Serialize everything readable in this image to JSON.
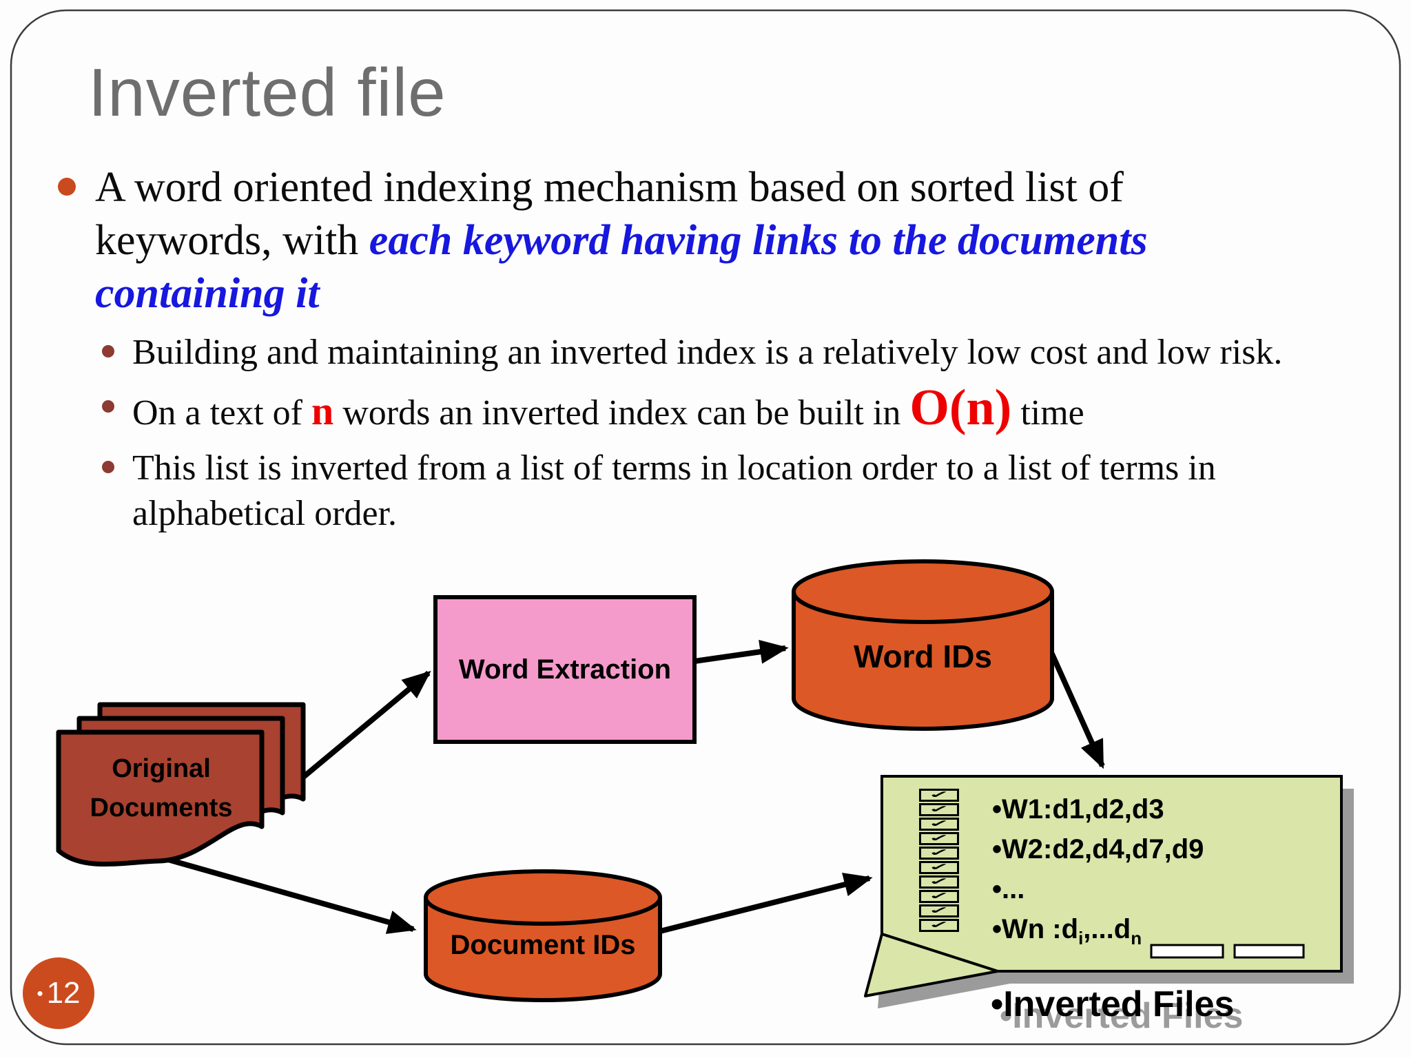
{
  "slide": {
    "title": "Inverted file",
    "page": {
      "bullet": "•",
      "number": "12"
    }
  },
  "bullets": {
    "main": {
      "text_plain": "A word oriented indexing mechanism based on sorted list of keywords, with ",
      "text_emphasis": "each keyword having links to the documents containing it"
    },
    "sub1": "Building and maintaining an inverted index is a relatively low cost and low risk.",
    "sub2": {
      "pre": "On a text of ",
      "n": "n",
      "mid": " words an inverted index can be built in ",
      "big": "O(n)",
      "post": " time"
    },
    "sub3": "This list is inverted from a list of terms in location order to a list of terms in alphabetical order."
  },
  "diagram": {
    "original_documents": {
      "line1": "Original",
      "line2": "Documents"
    },
    "word_extraction": {
      "label": "Word Extraction"
    },
    "word_ids": {
      "label": "Word IDs"
    },
    "document_ids": {
      "label": "Document IDs"
    },
    "inverted_file_box": {
      "entries": [
        "•W1:d1,d2,d3",
        "•W2:d2,d4,d7,d9",
        "•..."
      ],
      "wn": {
        "prefix": "•Wn :d",
        "sub1": "i",
        "mid": ",...d",
        "sub2": "n"
      },
      "checkbox_count": 10,
      "checkbox_icon": "✓"
    },
    "caption": {
      "bullet": "•",
      "label": "Inverted Files"
    }
  },
  "colors": {
    "title_gray": "#6e6e6e",
    "emphasis_blue": "#1717df",
    "alert_red": "#ee0000",
    "main_bullet_orange": "#c84a1e",
    "sub_bullet_maroon": "#8d3a32",
    "document_red": "#a94230",
    "cylinder_orange": "#dc5826",
    "extraction_pink": "#f59bcb",
    "inverted_box_green": "#d9e5a9",
    "shadow_gray": "#9b9b9b",
    "page_circle_orange": "#cc4b1e"
  }
}
